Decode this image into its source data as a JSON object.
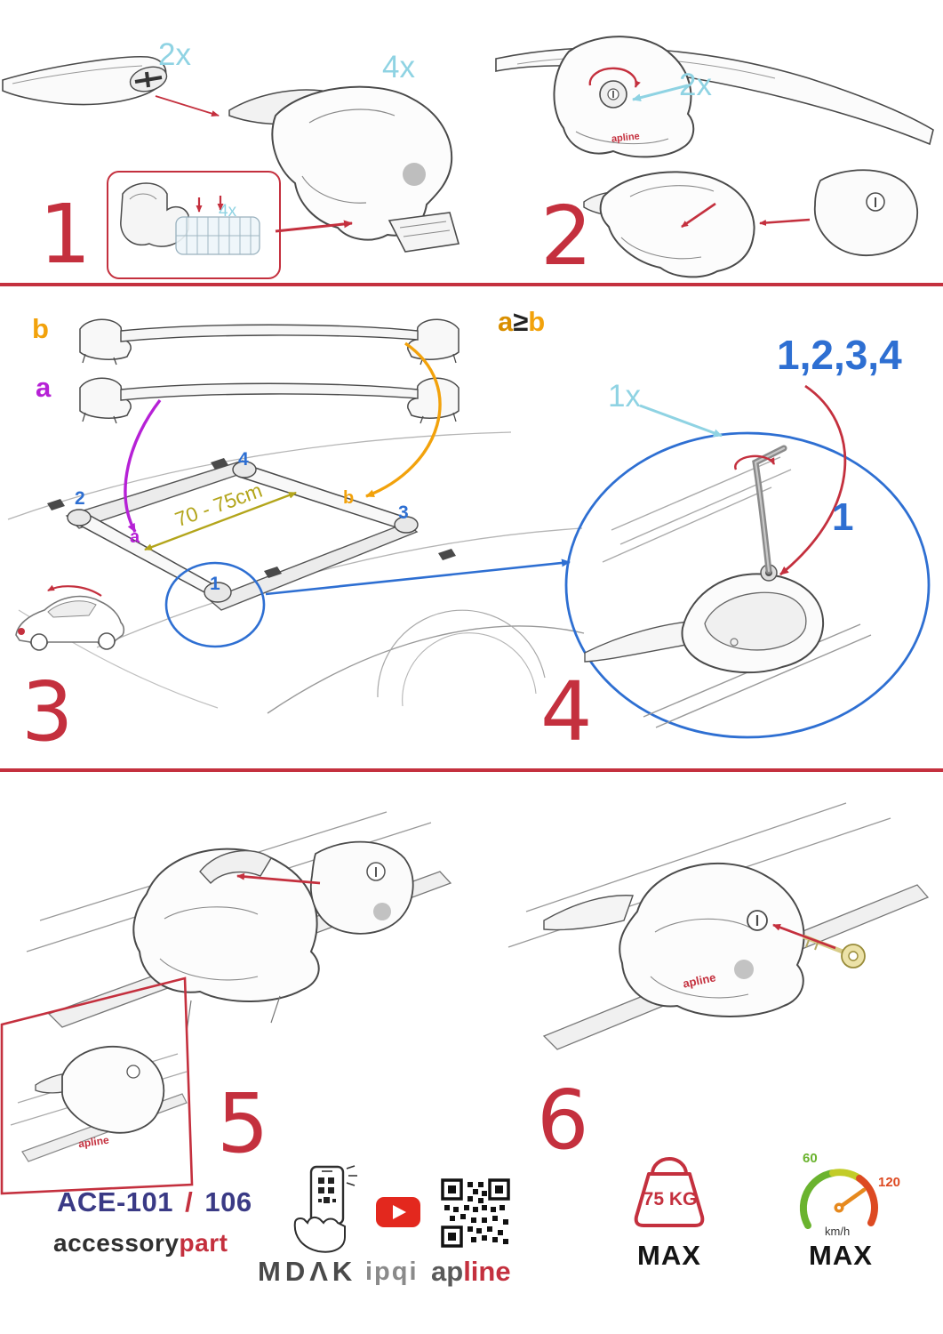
{
  "colors": {
    "accent_red": "#c4303e",
    "qty_cyan": "#8fd3e3",
    "orange": "#f2a20c",
    "purple": "#b621d6",
    "blue": "#2e6fd2",
    "olive": "#b3a51b",
    "navy": "#3a3a85"
  },
  "steps": {
    "step1": {
      "number": "1",
      "bar_qty": "2x",
      "foot_qty": "4x",
      "pad_qty": "4x"
    },
    "step2": {
      "number": "2",
      "lock_qty": "2x"
    },
    "step3": {
      "number": "3",
      "bar_b": "b",
      "bar_a": "a",
      "roof_a": "a",
      "roof_b": "b",
      "pos1": "1",
      "pos2": "2",
      "pos3": "3",
      "pos4": "4",
      "distance": "70 - 75cm"
    },
    "step4": {
      "number": "4",
      "rule_a": "a",
      "rule_op": "≥",
      "rule_b": "b",
      "tighten_order": "1,2,3,4",
      "tool_qty": "1x",
      "first_pos": "1"
    },
    "step5": {
      "number": "5"
    },
    "step6": {
      "number": "6"
    }
  },
  "product": {
    "foot_brand": "apline"
  },
  "footer": {
    "model": "ACE-101",
    "model_sep": "/",
    "model_variant": "106",
    "brand_name": "accessory",
    "brand_suffix": "part",
    "partner_mdak": "MDΛK",
    "partner_ipqi": "ipqi",
    "partner_ap": "ap",
    "partner_line": "line",
    "load_limit": "75 KG",
    "load_max": "MAX",
    "speed_low": "60",
    "speed_high": "120",
    "speed_unit": "km/h",
    "speed_max": "MAX"
  }
}
